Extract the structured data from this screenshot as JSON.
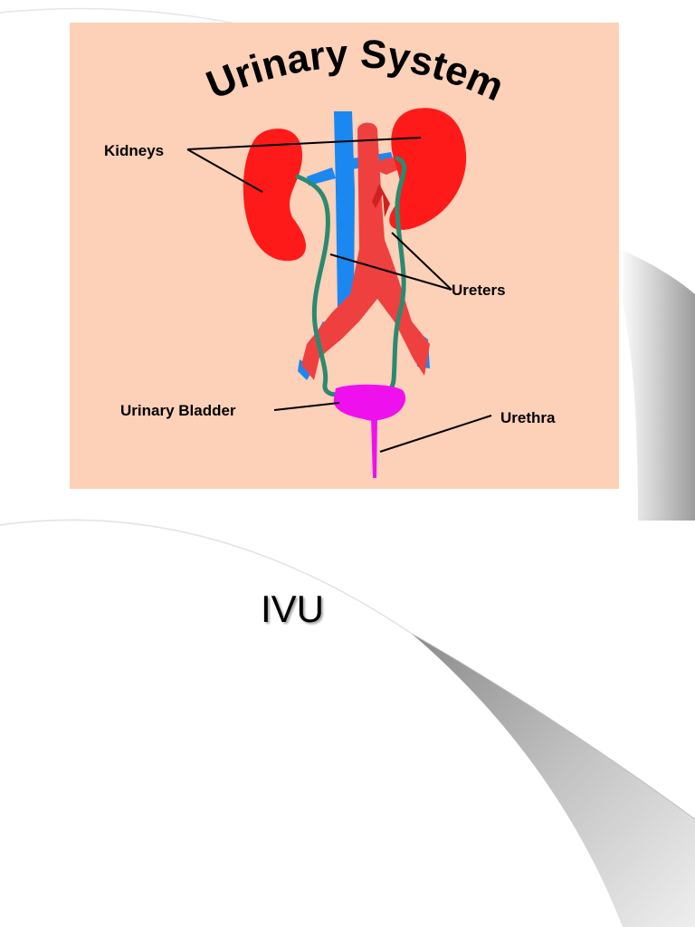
{
  "slide": {
    "caption": "IVU"
  },
  "diagram": {
    "title": "Urinary System",
    "labels": {
      "kidneys": "Kidneys",
      "ureters": "Ureters",
      "urinary_bladder": "Urinary Bladder",
      "urethra": "Urethra"
    }
  },
  "colors": {
    "panel_background": "#fdd0b8",
    "kidney": "#ff1a1a",
    "artery": "#ef4040",
    "vein": "#1a88f0",
    "ureter": "#2a8a70",
    "bladder": "#ee11ee",
    "slide_swoosh": "#b0b0b0"
  }
}
